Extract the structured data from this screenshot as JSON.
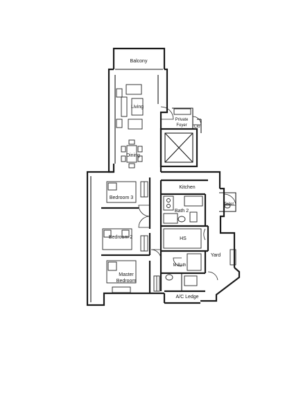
{
  "floor_plan": {
    "rooms": {
      "balcony": "Balcony",
      "living": "Living",
      "private_foyer": [
        "Private",
        "Foyer"
      ],
      "clo": "Clo",
      "dining": "Dining",
      "kitchen": "Kitchen",
      "bedroom_3": "Bedroom 3",
      "bath_2": "Bath 2",
      "toilet": "Toilet",
      "hs": "HS",
      "bedroom_2": "Bedroom 2",
      "yard": "Yard",
      "m_bath": "M.Bath",
      "master_bedroom": [
        "Master",
        "Bedroom"
      ],
      "ac_ledge": "A/C Ledge"
    }
  }
}
